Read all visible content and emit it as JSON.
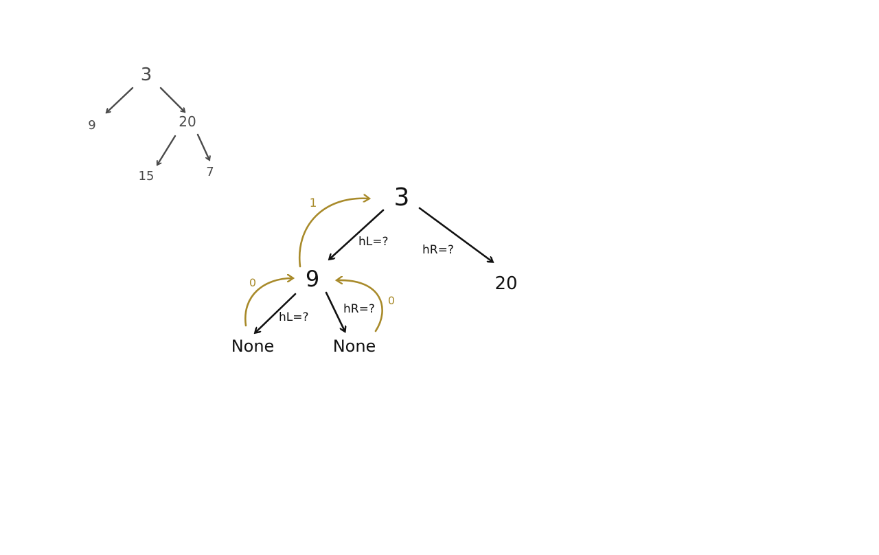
{
  "colors": {
    "ink": "#111111",
    "small_ink": "#4a4a4a",
    "gold": "#a88a2a",
    "background": "#ffffff"
  },
  "small_tree": {
    "root": "3",
    "left": "9",
    "right": "20",
    "right_left": "15",
    "right_right": "7"
  },
  "main_tree": {
    "root": "3",
    "left": "9",
    "right": "20",
    "left_left": "None",
    "left_right": "None"
  },
  "edge_labels": {
    "root_left": "hL=?",
    "root_right": "hR=?",
    "nine_left": "hL=?",
    "nine_right": "hR=?"
  },
  "return_values": {
    "nine_to_root": "1",
    "left_none_to_nine": "0",
    "right_none_to_nine": "0"
  }
}
